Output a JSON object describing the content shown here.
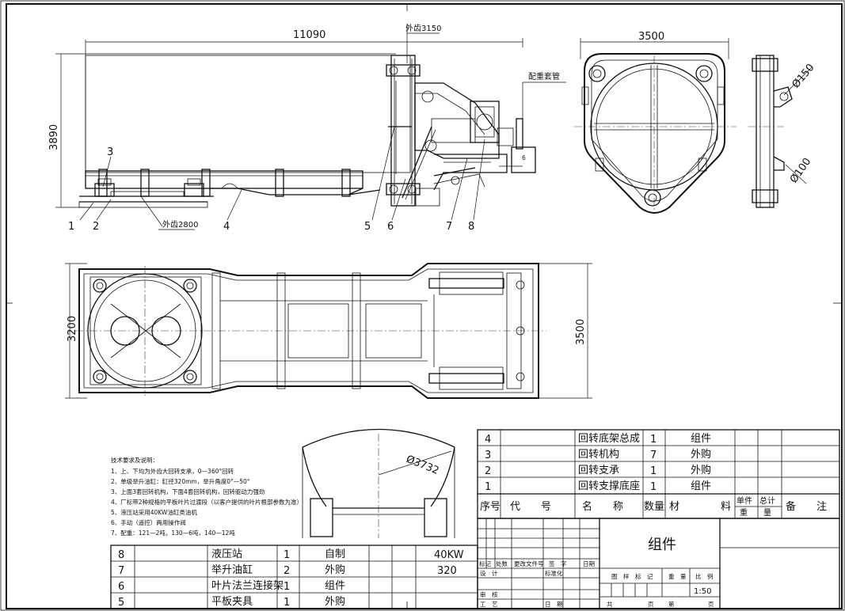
{
  "side_view": {
    "dim_length": "11090",
    "dim_height": "3890",
    "label_outer_gear_top": "外齿3150",
    "label_counterweight": "配重套管",
    "label_outer_gear_bottom": "外齿2800",
    "callouts": [
      "1",
      "2",
      "3",
      "4",
      "5",
      "6",
      "7",
      "8"
    ]
  },
  "end_view": {
    "dim_width": "3500",
    "dia_pin_large": "Ø150",
    "dia_pin_small": "Ø100"
  },
  "plan_view": {
    "dim_width_left": "3200",
    "dim_width_right": "3500"
  },
  "detail": {
    "dia": "Ø3732"
  },
  "notes": {
    "title": "技术要求及说明：",
    "lines": [
      "1、上、下均为外齿大回转支承，0—360°回转",
      "2、单级举升油缸：缸径320mm，举升角度0°—50°",
      "3、上面3套回转机构，下面4套回转机构，回转驱动力强劲",
      "4、厂标带2种规格的平板叶片过渡段（以客户提供的叶片根部参数为准）",
      "5、液压站采用40KW油缸类油机",
      "6、手动（遥控）两用操作阀",
      "7、配重：121—2吨，130—6吨，140—12吨"
    ]
  },
  "parts_top": [
    {
      "no": "4",
      "name": "回转底架总成",
      "qty": "1",
      "material": "组件"
    },
    {
      "no": "3",
      "name": "回转机构",
      "qty": "7",
      "material": "外购"
    },
    {
      "no": "2",
      "name": "回转支承",
      "qty": "1",
      "material": "外购"
    },
    {
      "no": "1",
      "name": "回转支撑底座",
      "qty": "1",
      "material": "组件"
    }
  ],
  "parts_header": {
    "no": "序号",
    "code": "代　　号",
    "name": "名　　称",
    "qty": "数量",
    "material": "材　　　　料",
    "unit_weight": "单件",
    "total_weight": "总计",
    "weight": "重　　量",
    "remark": "备　　注"
  },
  "parts_bottom": [
    {
      "no": "8",
      "name": "液压站",
      "qty": "1",
      "material": "自制",
      "remark": "40KW"
    },
    {
      "no": "7",
      "name": "举升油缸",
      "qty": "2",
      "material": "外购",
      "remark": "320"
    },
    {
      "no": "6",
      "name": "叶片法兰连接架",
      "qty": "1",
      "material": "组件",
      "remark": ""
    },
    {
      "no": "5",
      "name": "平板夹具",
      "qty": "1",
      "material": "外购",
      "remark": ""
    }
  ],
  "title_block": {
    "drawing_name": "组件",
    "mark": "标记",
    "count": "处数",
    "change_doc": "更改文件号",
    "signature": "签　字",
    "date": "日期",
    "design": "设　计",
    "standardize": "标准化",
    "stage_mark": "图　样　标　记",
    "weight": "重　量",
    "scale": "比　例",
    "scale_value": "1:50",
    "review": "审　核",
    "process": "工　艺",
    "date2": "日　期",
    "total_pages": "共",
    "page": "页",
    "sheet": "第",
    "page2": "页"
  }
}
